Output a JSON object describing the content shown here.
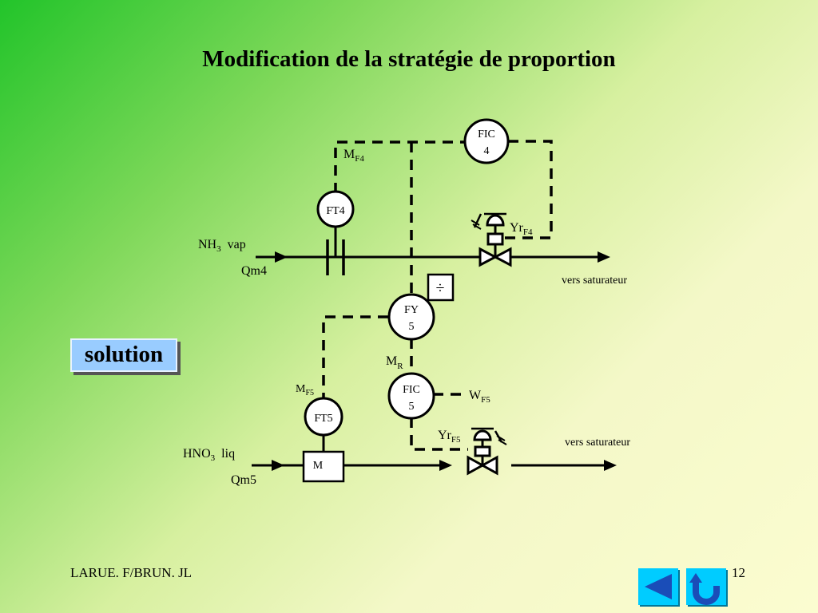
{
  "title": "Modification de la stratégie  de proportion",
  "solution_button": "solution",
  "footer": {
    "author": "LARUE. F/BRUN. JL",
    "page": "12"
  },
  "instruments": {
    "fic4": [
      "FIC",
      "4"
    ],
    "ft4": "FT4",
    "fy5": [
      "FY",
      "5"
    ],
    "fic5": [
      "FIC",
      "5"
    ],
    "ft5": "FT5",
    "m_box": "M",
    "divide": "÷"
  },
  "signals": {
    "mf4": {
      "base": "M",
      "sub": "F4"
    },
    "yrf4": {
      "base": "Yr",
      "sub": "F4"
    },
    "mr": {
      "base": "M",
      "sub": "R"
    },
    "mf5": {
      "base": "M",
      "sub": "F5"
    },
    "wf5": {
      "base": "W",
      "sub": "F5"
    },
    "yrf5": {
      "base": "Yr",
      "sub": "F5"
    }
  },
  "streams": {
    "nh3": {
      "base": "NH",
      "sub": "3",
      "state": "vap",
      "flow": "Qm4",
      "dest": "vers saturateur"
    },
    "hno3": {
      "base": "HNO",
      "sub": "3",
      "state": "liq",
      "flow": "Qm5",
      "dest": "vers saturateur"
    }
  },
  "colors": {
    "button_blue": "#99ccff",
    "nav_cyan": "#00ccff",
    "nav_arrow": "#1a4db8"
  },
  "icons": {
    "back": "triangle-left-icon",
    "return": "u-turn-icon"
  }
}
